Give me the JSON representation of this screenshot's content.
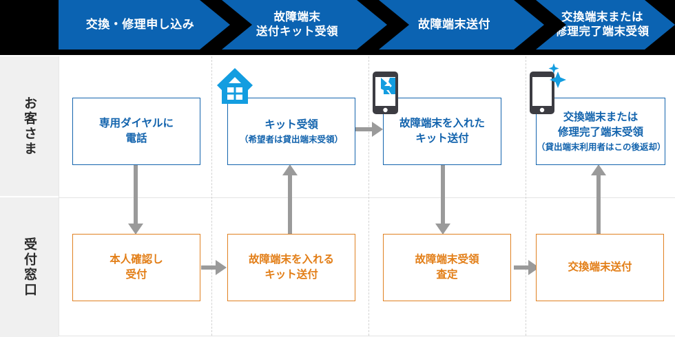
{
  "banner": {
    "background_color": "#000000",
    "chevron_color": "#0b63b2",
    "text_color": "#ffffff",
    "steps": [
      {
        "label": "交換・修理申し込み"
      },
      {
        "label": "故障端末\n送付キット受領"
      },
      {
        "label": "故障端末送付"
      },
      {
        "label": "交換端末または\n修理完了端末受領"
      }
    ]
  },
  "rows": [
    {
      "label": "お客さま",
      "accent": "#1263ad"
    },
    {
      "label": "受付窓口",
      "accent": "#e27e17"
    }
  ],
  "customer_boxes": [
    {
      "title": "専用ダイヤルに\n電話",
      "note": "",
      "icon": ""
    },
    {
      "title": "キット受領",
      "note": "（希望者は貸出端末受領）",
      "icon": "house-icon"
    },
    {
      "title": "故障端末を入れた\nキット送付",
      "note": "",
      "icon": "broken-phone-icon"
    },
    {
      "title": "交換端末または\n修理完了端末受領",
      "note": "（貸出端末利用者はこの後返却）",
      "icon": "sparkle-phone-icon"
    }
  ],
  "counter_boxes": [
    {
      "title": "本人確認し\n受付"
    },
    {
      "title": "故障端末を入れる\nキット送付"
    },
    {
      "title": "故障端末受領\n査定"
    },
    {
      "title": "交換端末送付"
    }
  ],
  "arrows": [
    {
      "name": "arrow-down-col1",
      "direction": "down"
    },
    {
      "name": "arrow-right-counter-1-2",
      "direction": "right"
    },
    {
      "name": "arrow-up-col2",
      "direction": "up"
    },
    {
      "name": "arrow-right-customer-2-3",
      "direction": "right"
    },
    {
      "name": "arrow-down-col3",
      "direction": "down"
    },
    {
      "name": "arrow-right-counter-3-4",
      "direction": "right"
    },
    {
      "name": "arrow-up-col4",
      "direction": "up"
    }
  ],
  "colors": {
    "blue": "#1263ad",
    "light_blue": "#139de0",
    "orange": "#e27e17",
    "gray_arrow": "#9a9a9a",
    "sidebar_bg": "#f0f0f0",
    "phone_dark": "#3c3c42"
  }
}
